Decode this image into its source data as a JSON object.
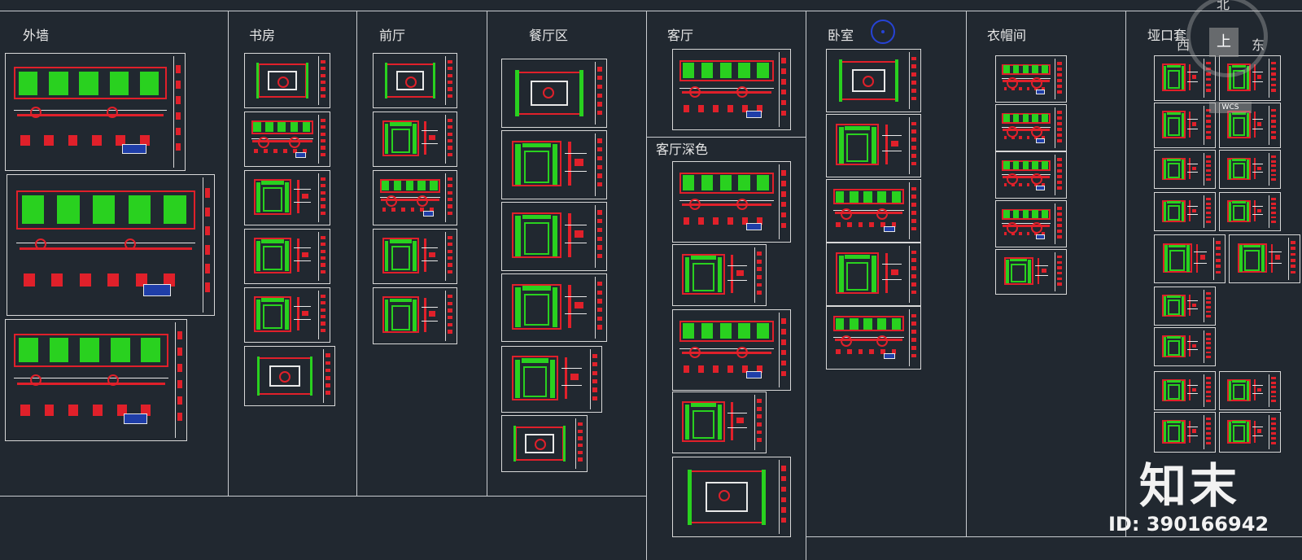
{
  "sections": [
    {
      "key": "exterior-wall",
      "title": "外墙"
    },
    {
      "key": "study",
      "title": "书房"
    },
    {
      "key": "foyer",
      "title": "前厅"
    },
    {
      "key": "dining",
      "title": "餐厅区"
    },
    {
      "key": "living",
      "title": "客厅"
    },
    {
      "key": "living-dark",
      "title": "客厅深色"
    },
    {
      "key": "bedroom",
      "title": "卧室"
    },
    {
      "key": "cloakroom",
      "title": "衣帽间"
    },
    {
      "key": "door-casing",
      "title": "垭口套"
    }
  ],
  "compass": {
    "north": "北",
    "west": "西",
    "east": "东",
    "top": "上",
    "wcs": "WCS"
  },
  "watermark": {
    "logo": "知末",
    "id": "ID: 390166942"
  },
  "colors": {
    "background": "#212830",
    "red": "#e0202a",
    "green": "#29d11f",
    "white": "#e8e8e8",
    "blue": "#1f3ea8"
  }
}
